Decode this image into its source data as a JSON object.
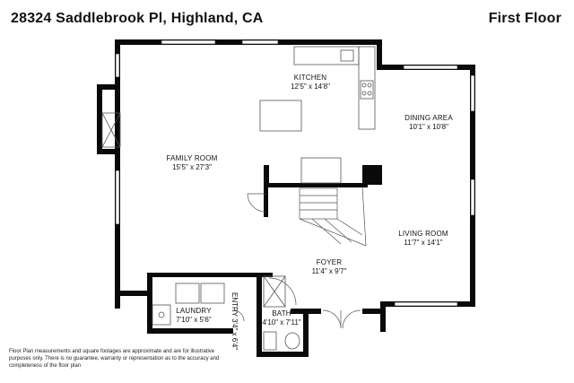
{
  "header": {
    "address": "28324 Saddlebrook Pl, Highland, CA",
    "floor": "First Floor"
  },
  "rooms": [
    {
      "name": "KITCHEN",
      "dims": "12'5\" x 14'8\""
    },
    {
      "name": "FAMILY ROOM",
      "dims": "15'5\" x 27'3\""
    },
    {
      "name": "DINING AREA",
      "dims": "10'1\" x 10'8\""
    },
    {
      "name": "LIVING ROOM",
      "dims": "11'7\" x 14'1\""
    },
    {
      "name": "FOYER",
      "dims": "11'4\" x 9'7\""
    },
    {
      "name": "LAUNDRY",
      "dims": "7'10\" x 5'6\""
    },
    {
      "name": "BATH",
      "dims": "4'10\" x 7'11\""
    }
  ],
  "entry": {
    "name": "ENTRY",
    "dims": "3'4\" x 6'4\""
  },
  "disclaimer": "Floor Plan measurements and square footages are approximate and are for illustrative purposes only. There is no guarantee, warranty or representation as to the accuracy and completeness of the floor plan",
  "colors": {
    "wall": "#0a0a0a",
    "fixture": "#555555"
  }
}
